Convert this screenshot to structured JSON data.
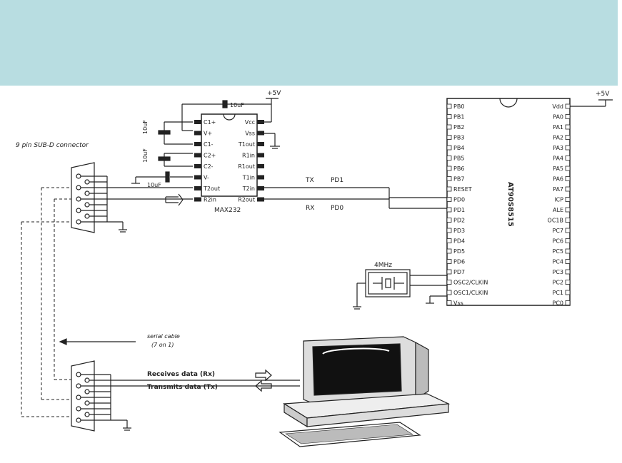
{
  "colors": {
    "header_band": "#b8dde1",
    "ink": "#222222",
    "background": "#ffffff"
  },
  "labels": {
    "connector_top": "9 pin SUB-D connector",
    "max232": "MAX232",
    "mcu": "AT90S8515",
    "supply_max": "+5V",
    "supply_mcu": "+5V",
    "crystal": "4MHz",
    "tx_signal": "TX",
    "tx_pin": "PD1",
    "rx_signal": "RX",
    "rx_pin": "PD0",
    "cap_c1": "10uF",
    "cap_c2": "10uF",
    "cap_c3": "10uF",
    "cap_c4": "10uF",
    "serial_cable": "serial cable",
    "serial_cable_sub": "(7 on 1)",
    "receives": "Receives data (Rx)",
    "transmits": "Transmits data (Tx)"
  },
  "max232_left_pins": [
    "C1+",
    "V+",
    "C1-",
    "C2+",
    "C2-",
    "V-",
    "T2out",
    "R2in"
  ],
  "max232_right_pins": [
    "Vcc",
    "Vss",
    "T1out",
    "R1in",
    "R1out",
    "T1in",
    "T2in",
    "R2out"
  ],
  "mcu_left_pins": [
    "PB0",
    "PB1",
    "PB2",
    "PB3",
    "PB4",
    "PB5",
    "PB6",
    "PB7",
    "RESET",
    "PD0",
    "PD1",
    "PD2",
    "PD3",
    "PD4",
    "PD5",
    "PD6",
    "PD7",
    "OSC2/CLKIN",
    "OSC1/CLKIN",
    "Vss"
  ],
  "mcu_right_pins": [
    "Vdd",
    "PA0",
    "PA1",
    "PA2",
    "PA3",
    "PA4",
    "PA5",
    "PA6",
    "PA7",
    "ICP",
    "ALE",
    "OC1B",
    "PC7",
    "PC6",
    "PC5",
    "PC4",
    "PC3",
    "PC2",
    "PC1",
    "PC0"
  ]
}
